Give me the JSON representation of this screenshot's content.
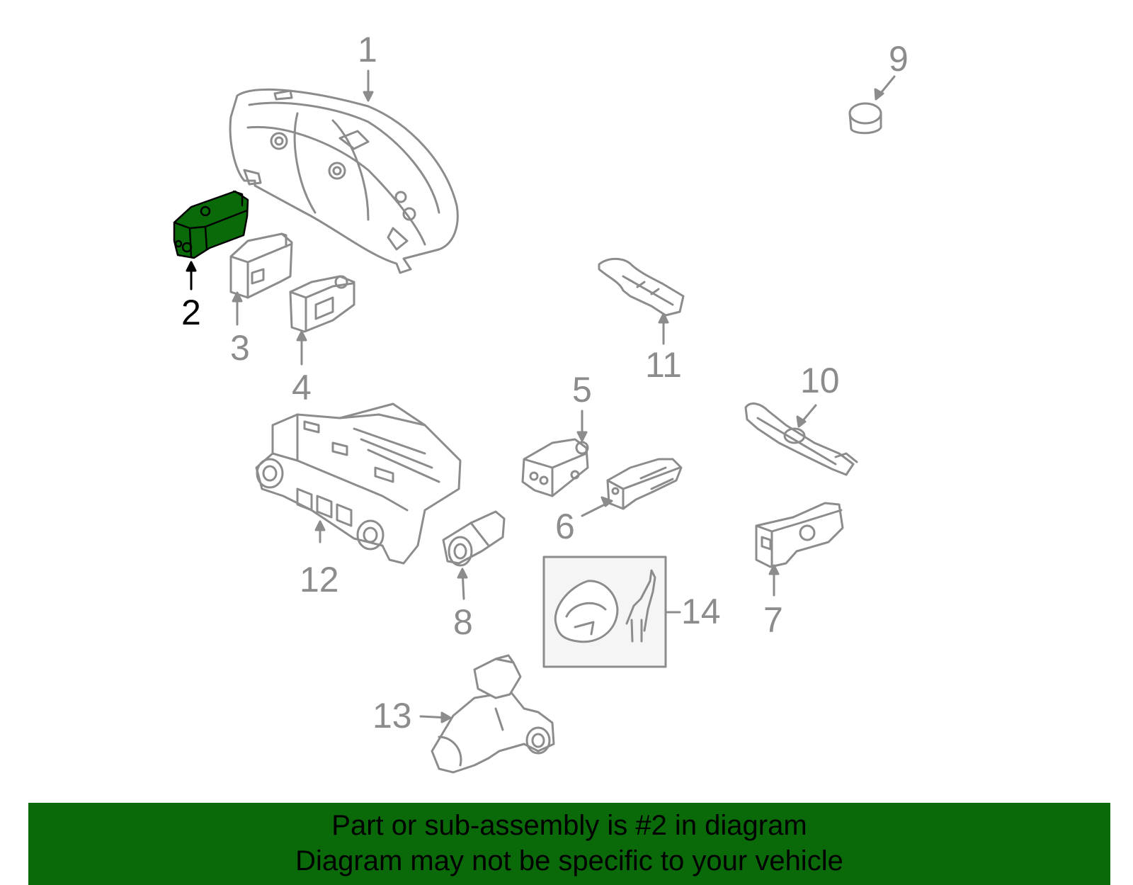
{
  "callouts": {
    "c1": "1",
    "c2": "2",
    "c3": "3",
    "c4": "4",
    "c5": "5",
    "c6": "6",
    "c7": "7",
    "c8": "8",
    "c9": "9",
    "c10": "10",
    "c11": "11",
    "c12": "12",
    "c13": "13",
    "c14": "14"
  },
  "highlighted_part": "2",
  "colors": {
    "highlight": "#0a6a0a",
    "outline": "#8c8c8c",
    "banner": "#0a6a0a"
  },
  "banner": {
    "line1": "Part or sub-assembly is #2 in diagram",
    "line2": "Diagram may not be specific to your vehicle"
  }
}
